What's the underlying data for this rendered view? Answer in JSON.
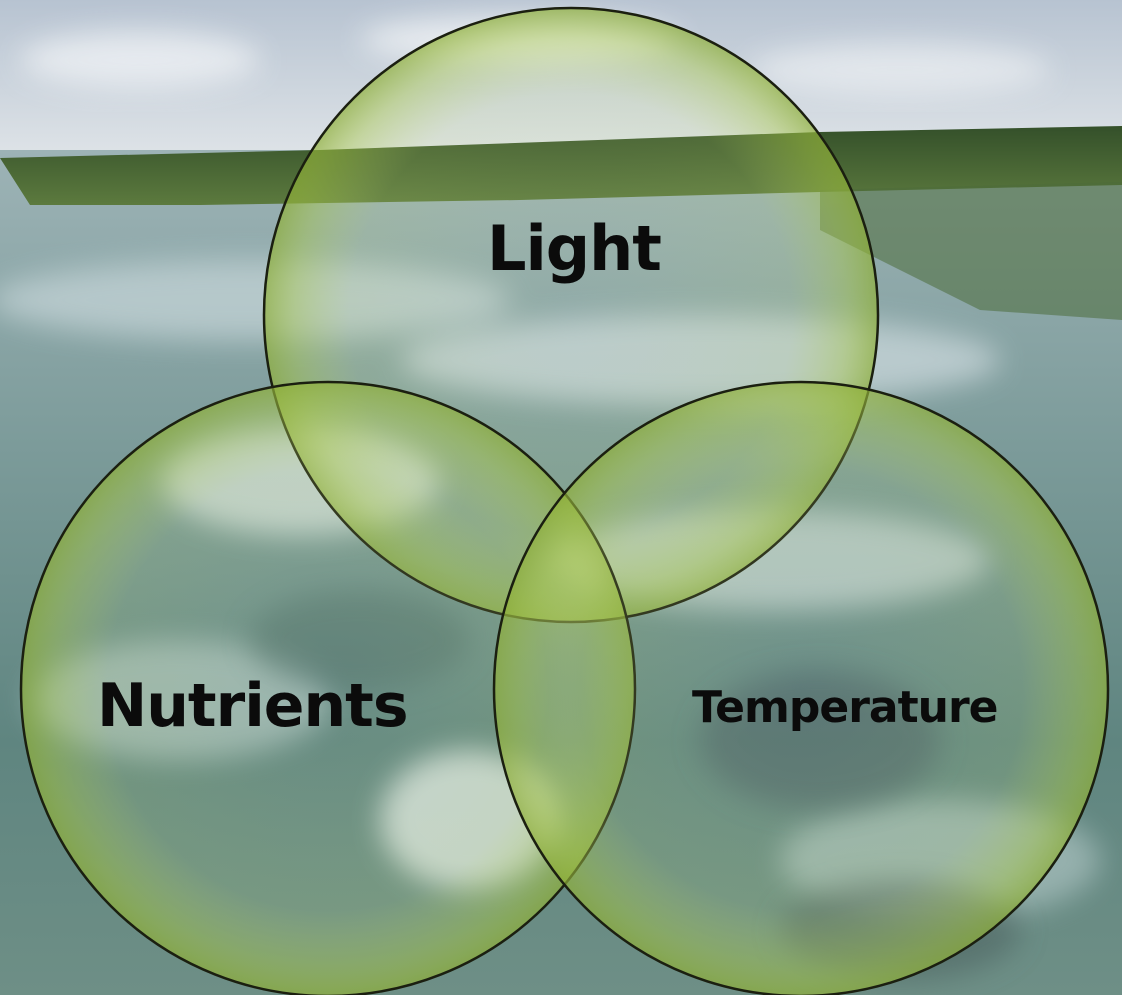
{
  "diagram": {
    "type": "venn",
    "circles": [
      {
        "id": "light",
        "label": "Light"
      },
      {
        "id": "nutrients",
        "label": "Nutrients"
      },
      {
        "id": "temperature",
        "label": "Temperature"
      }
    ],
    "circle_fill": "#b8d15a",
    "circle_stroke": "#1b1f10"
  },
  "background": {
    "scene": "lake with reeds and reflected clouds",
    "sky_color": "#c9d4de",
    "reed_color": "#3e5a2c",
    "water_color": "#6f928d"
  }
}
